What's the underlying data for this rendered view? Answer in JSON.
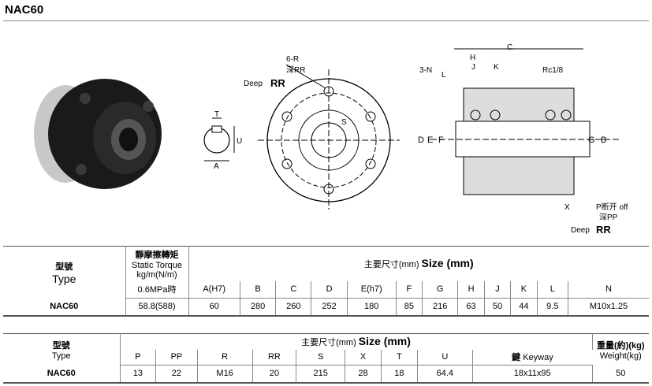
{
  "title": "NAC60",
  "drawing_labels": {
    "rr_count": "6-R",
    "rr_deep_cn": "深RR",
    "rr_deep_en": "Deep",
    "rr": "RR",
    "s": "S",
    "t": "T",
    "u": "U",
    "a": "A",
    "c": "C",
    "h": "H",
    "j": "J",
    "k": "K",
    "n": "3-N",
    "l": "L",
    "rc": "Rc1/8",
    "d": "D",
    "e": "E",
    "f": "F",
    "g": "G",
    "b": "B",
    "x": "X",
    "p": "P断开 off",
    "pp_cn": "深PP",
    "pp_en": "Deep",
    "pp_rr": "RR"
  },
  "table1": {
    "type_cn": "型號",
    "type_en": "Type",
    "torque_cn": "靜摩擦轉矩",
    "torque_en": "Static Torque",
    "torque_unit": "kg/m(N/m)",
    "size_cn": "主要尺寸(mm)",
    "size_en": "Size (mm)",
    "torque_cond": "0.6MPa時",
    "cols": [
      "A(H7)",
      "B",
      "C",
      "D",
      "E(h7)",
      "F",
      "G",
      "H",
      "J",
      "K",
      "L",
      "N"
    ],
    "model": "NAC60",
    "torque": "58.8(588)",
    "values": [
      "60",
      "280",
      "260",
      "252",
      "180",
      "85",
      "216",
      "63",
      "50",
      "44",
      "9.5",
      "M10x1.25"
    ]
  },
  "table2": {
    "type_cn": "型號",
    "type_en": "Type",
    "size_cn": "主要尺寸(mm)",
    "size_en": "Size (mm)",
    "weight_cn": "重量(約)(kg)",
    "weight_en": "Weight(kg)",
    "cols": [
      "P",
      "PP",
      "R",
      "RR",
      "S",
      "X",
      "T",
      "U"
    ],
    "key_cn": "鍵",
    "key_en": "Keyway",
    "model": "NAC60",
    "values": [
      "13",
      "22",
      "M16",
      "20",
      "215",
      "28",
      "18",
      "64.4",
      "18x11x95",
      "50"
    ]
  }
}
